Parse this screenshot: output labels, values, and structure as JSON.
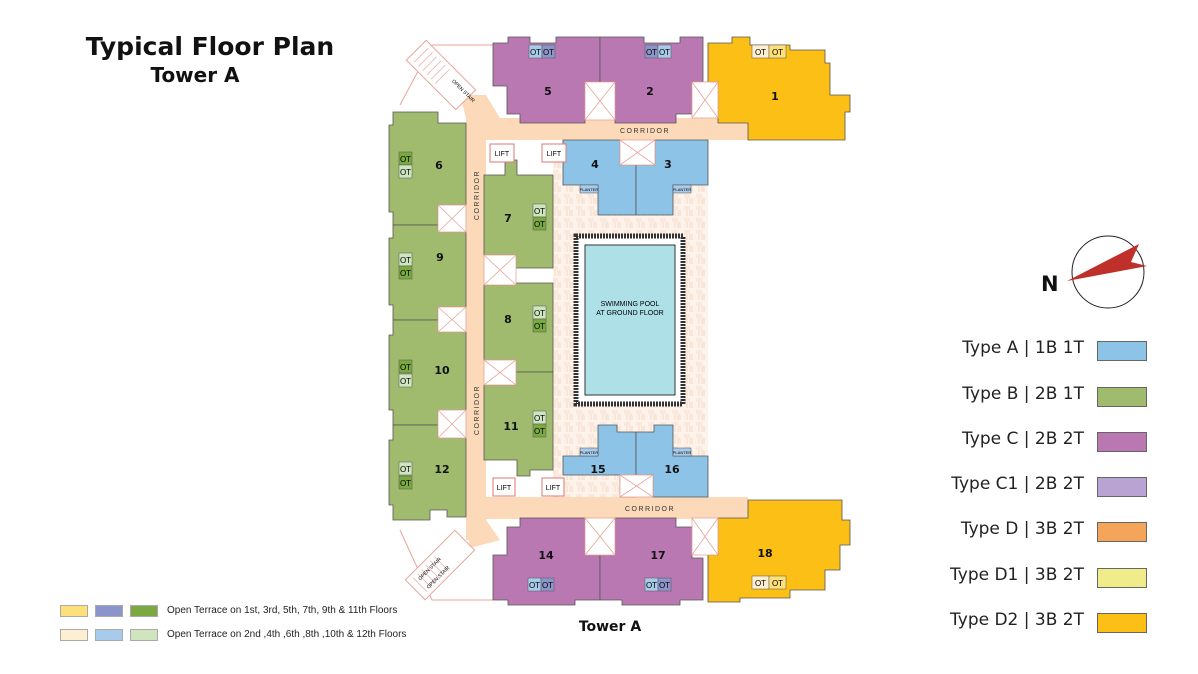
{
  "header": {
    "title": "Typical Floor Plan",
    "subtitle": "Tower A"
  },
  "plan": {
    "tower_label": "Tower A",
    "corridor_label": "CORRIDOR",
    "lift_label": "LIFT",
    "ot_label": "OT",
    "planter_label": "PLANTER",
    "open_stair_label": "OPEN STAIR",
    "pool_label_1": "SWIMMING POOL",
    "pool_label_2": "AT GROUND FLOOR",
    "units": {
      "u1": "1",
      "u2": "2",
      "u3": "3",
      "u4": "4",
      "u5": "5",
      "u6": "6",
      "u7": "7",
      "u8": "8",
      "u9": "9",
      "u10": "10",
      "u11": "11",
      "u12": "12",
      "u14": "14",
      "u15": "15",
      "u16": "16",
      "u17": "17",
      "u18": "18"
    }
  },
  "compass": {
    "label": "N"
  },
  "unit_legend": [
    {
      "label": "Type A | 1B 1T",
      "color": "#8ec3e8"
    },
    {
      "label": "Type B | 2B 1T",
      "color": "#a0bb6e"
    },
    {
      "label": "Type C | 2B 2T",
      "color": "#b978b2"
    },
    {
      "label": "Type C1 | 2B 2T",
      "color": "#b9a3d3"
    },
    {
      "label": "Type D | 3B 2T",
      "color": "#f5a55a"
    },
    {
      "label": "Type D1 | 3B 2T",
      "color": "#f1ec8a"
    },
    {
      "label": "Type D2 | 3B 2T",
      "color": "#fbbf16"
    }
  ],
  "terrace_legend": [
    {
      "label": "Open Terrace on 1st, 3rd, 5th, 7th, 9th & 11th Floors",
      "colors": [
        "#fde07a",
        "#8b95c9",
        "#7aa942"
      ]
    },
    {
      "label": "Open Terrace on 2nd ,4th ,6th ,8th ,10th & 12th Floors",
      "colors": [
        "#fdefd2",
        "#a9cbeb",
        "#cfe5c0"
      ]
    }
  ]
}
